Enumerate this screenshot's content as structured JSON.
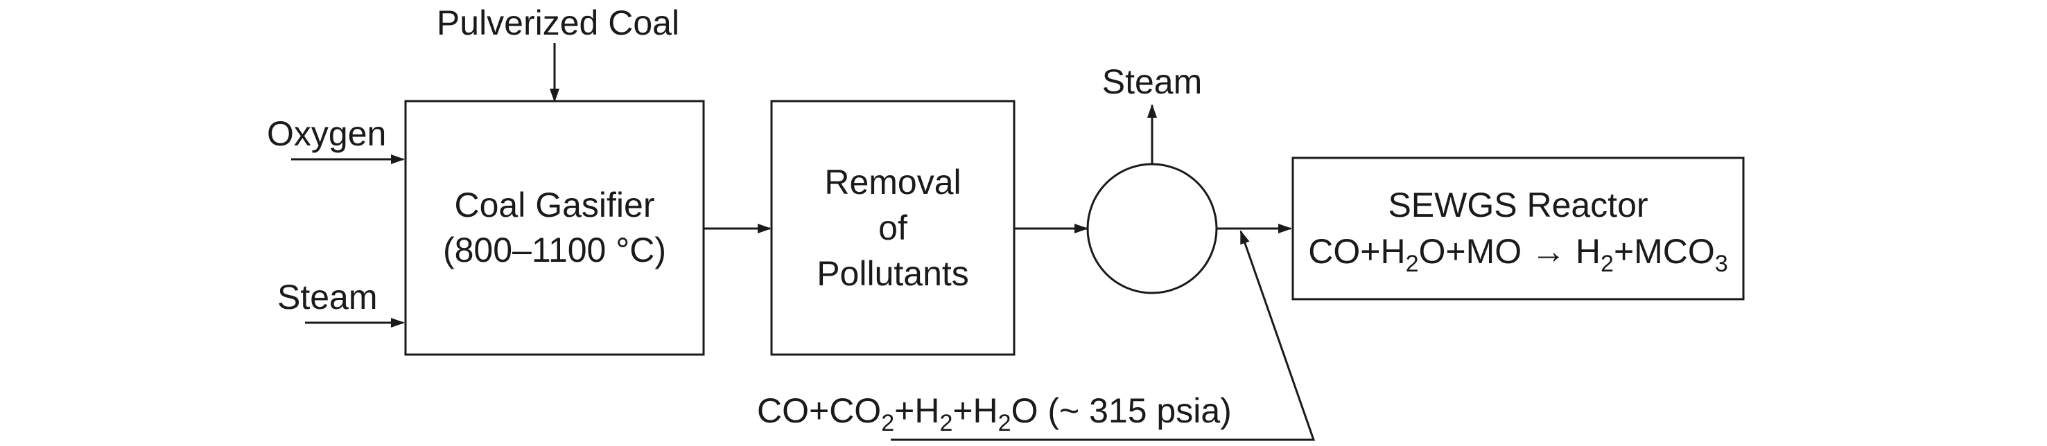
{
  "inputs": {
    "pulverized_coal": "Pulverized Coal",
    "oxygen": "Oxygen",
    "steam_in": "Steam"
  },
  "gasifier": {
    "line1": "Coal Gasifier",
    "line2": "(800–1100 °C)"
  },
  "removal": {
    "line1": "Removal",
    "line2": "of",
    "line3": "Pollutants"
  },
  "heat_exchanger": {
    "steam_out": "Steam"
  },
  "reactor": {
    "line1": "SEWGS Reactor",
    "eq_part1": "CO+H",
    "eq_sub1": "2",
    "eq_part2": "O+MO → H",
    "eq_sub2": "2",
    "eq_part3": "+MCO",
    "eq_sub3": "3"
  },
  "syngas": {
    "part1": "CO+CO",
    "sub1": "2",
    "part2": "+H",
    "sub2": "2",
    "part3": "+H",
    "sub3": "2",
    "part4": "O (~ 315 psia)"
  }
}
